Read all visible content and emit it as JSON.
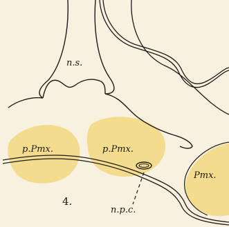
{
  "figure": {
    "colors": {
      "background": "#f8f1df",
      "bone": "#f3dc8e",
      "line": "#1e1a15"
    },
    "labels": {
      "ns": "n.s.",
      "ppmx_left": "p.Pmx.",
      "ppmx_mid": "p.Pmx.",
      "pmx": "Pmx.",
      "npc": "n.p.c."
    },
    "number": "4."
  }
}
